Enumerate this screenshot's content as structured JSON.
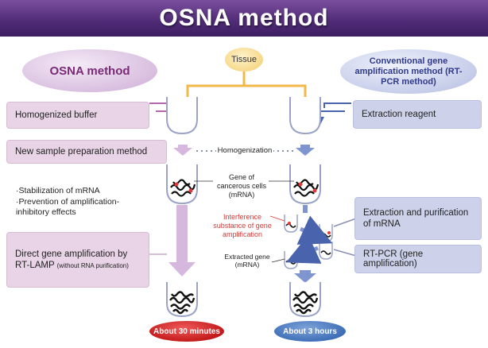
{
  "title": "OSNA  method",
  "osna_oval": "OSNA  method",
  "conventional_oval": "Conventional gene amplification method (RT-PCR method)",
  "tissue": "Tissue",
  "left_boxes": {
    "homogenized_buffer": "Homogenized buffer",
    "new_sample": "New sample preparation method",
    "direct_amp_main": "Direct gene amplification by",
    "direct_amp_line2": "RT-LAMP",
    "direct_amp_note": "(without RNA purification)"
  },
  "right_boxes": {
    "extraction_reagent": "Extraction reagent",
    "extraction_purification": "Extraction and purification of mRNA",
    "rt_pcr": "RT-PCR (gene amplification)"
  },
  "notes": {
    "stabilization": "·Stabilization of mRNA",
    "prevention": "·Prevention of amplification-inhibitory effects"
  },
  "labels": {
    "homogenization": "Homogenization",
    "gene_cancerous": "Gene of cancerous cells (mRNA)",
    "interference": "Interference substance of gene amplification",
    "extracted_gene": "Extracted gene (mRNA)"
  },
  "times": {
    "osna": "About 30 minutes",
    "conventional": "About 3 hours"
  },
  "colors": {
    "banner": "#4f2a75",
    "osna_accent": "#7b2a77",
    "conventional_accent": "#2f3a8a",
    "tissue_line": "#f0b94a",
    "interference": "#d43a3a"
  }
}
